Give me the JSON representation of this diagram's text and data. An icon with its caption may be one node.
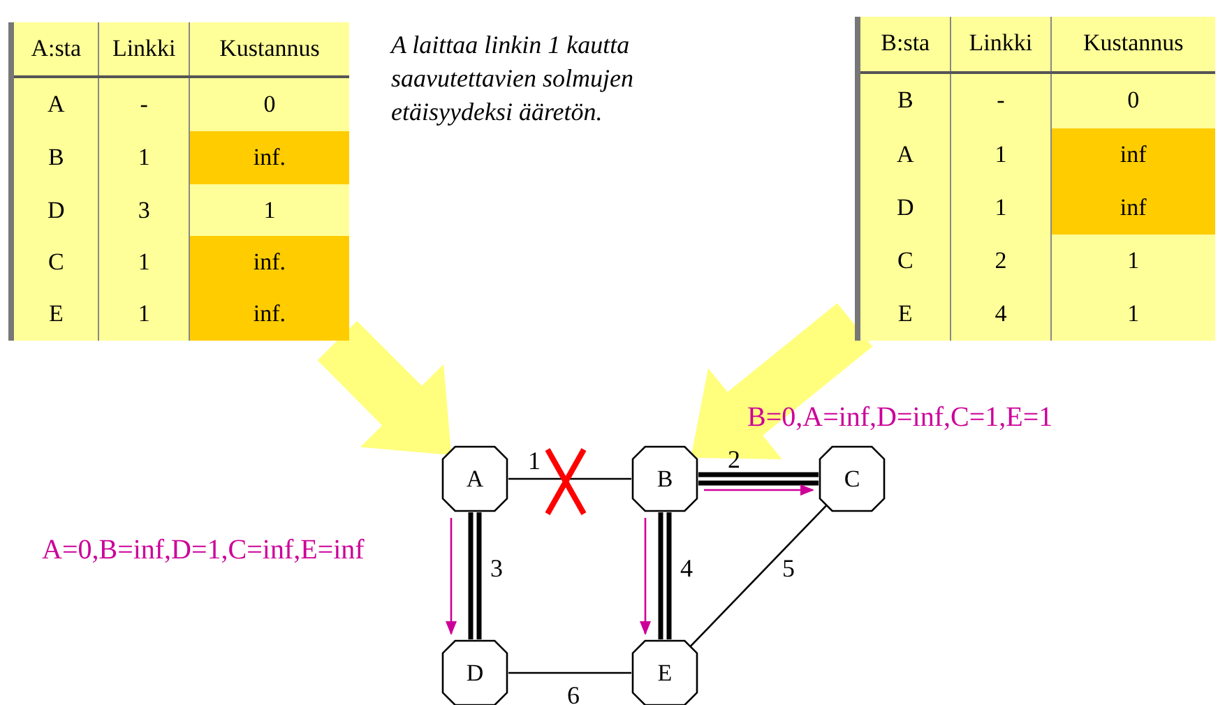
{
  "diagram": {
    "nodes": [
      {
        "text": [
          "A:sta",
          "Linkki",
          "Kustannus",
          "A",
          "-",
          "0",
          "B",
          "1",
          "inf.",
          "D",
          "3",
          "1",
          "C",
          "1",
          "inf.",
          "E",
          "1",
          "inf."
        ]
      },
      {
        "text": [
          "B:sta",
          "Linkki",
          "Kustannus",
          "B",
          "-",
          "0",
          "A",
          "1",
          "inf",
          "D",
          "1",
          "inf",
          "C",
          "2",
          "1",
          "E",
          "4",
          "1"
        ]
      },
      {
        "text": [
          "A"
        ]
      },
      {
        "text": [
          "B"
        ]
      },
      {
        "text": [
          "C"
        ]
      },
      {
        "text": [
          "D"
        ]
      },
      {
        "text": [
          "E"
        ]
      }
    ],
    "edges": [
      {
        "from": 0,
        "to": 2,
        "arrow": "to",
        "style": "thick",
        "color": "#ffff66"
      },
      {
        "from": 1,
        "to": 3,
        "arrow": "to",
        "style": "thick",
        "color": "#ffff66"
      },
      {
        "from": 2,
        "to": 3,
        "arrow": "none",
        "label": "1"
      },
      {
        "from": 3,
        "to": 4,
        "arrow": "none",
        "label": "2",
        "style": "thick"
      },
      {
        "from": 2,
        "to": 5,
        "arrow": "none",
        "label": "3",
        "style": "thick"
      },
      {
        "from": 3,
        "to": 6,
        "arrow": "none",
        "label": "4",
        "style": "thick"
      },
      {
        "from": 4,
        "to": 6,
        "arrow": "none",
        "label": "5"
      },
      {
        "from": 5,
        "to": 6,
        "arrow": "none",
        "label": "6"
      },
      {
        "from": 2,
        "to": 5,
        "arrow": "to",
        "color": "#cc0099",
        "label": "A=0,B=inf,D=1,C=inf,E=inf"
      },
      {
        "from": 3,
        "to": 4,
        "arrow": "to",
        "color": "#cc0099",
        "label": "B=0,A=inf,D=inf,C=1,E=1"
      },
      {
        "from": 3,
        "to": 6,
        "arrow": "to",
        "color": "#cc0099"
      }
    ],
    "labels": [
      "A laittaa linkin 1 kautta saavutettavien solmujen etäisyydeksi ääretön."
    ]
  }
}
